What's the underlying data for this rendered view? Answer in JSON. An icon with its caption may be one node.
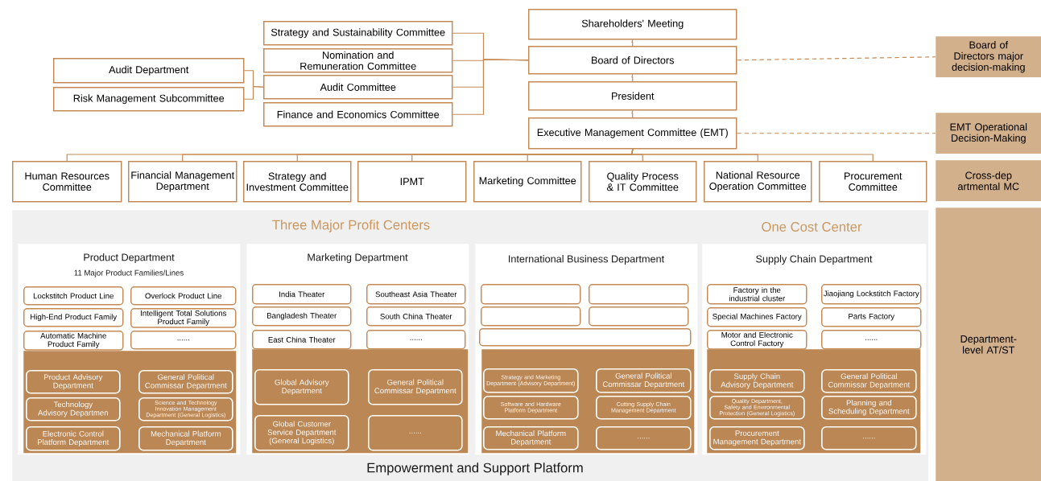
{
  "diagram": {
    "nodes": [
      {
        "text": [
          "Shareholders' Meeting"
        ]
      },
      {
        "text": [
          "Board of Directors"
        ]
      },
      {
        "text": [
          "President"
        ]
      },
      {
        "text": [
          "Executive Management Committee (EMT)"
        ]
      },
      {
        "text": [
          "Strategy and Sustainability Committee"
        ]
      },
      {
        "text": [
          "Nomination and Remuneration Committee"
        ]
      },
      {
        "text": [
          "Audit Committee"
        ]
      },
      {
        "text": [
          "Finance and Economics Committee"
        ]
      },
      {
        "text": [
          "Audit Department"
        ]
      },
      {
        "text": [
          "Risk Management Subcommittee"
        ]
      },
      {
        "text": [
          "Human Resources Committee"
        ]
      },
      {
        "text": [
          "Financial Management Department"
        ]
      },
      {
        "text": [
          "Strategy and Investment Committee"
        ]
      },
      {
        "text": [
          "IPMT"
        ]
      },
      {
        "text": [
          "Marketing Committee"
        ]
      },
      {
        "text": [
          "Quality Process & IT Committee"
        ]
      },
      {
        "text": [
          "National Resource Operation Committee"
        ]
      },
      {
        "text": [
          "Procurement Committee"
        ]
      },
      {
        "text": [
          "Board of Directors major decision-making"
        ]
      },
      {
        "text": [
          "EMT Operational Decision-Making"
        ]
      },
      {
        "text": [
          "Cross-dep artmental MC"
        ]
      },
      {
        "text": [
          "Department-level AT/ST"
        ]
      },
      {
        "text": [
          "Three Major Profit Centers",
          "One Cost Center",
          "Empowerment and Support Platform"
        ]
      },
      {
        "text": [
          "Product Department",
          "11 Major Product Families/Lines"
        ],
        "in": 22
      },
      {
        "text": [
          "Marketing Department"
        ],
        "in": 22
      },
      {
        "text": [
          "International Business Department"
        ],
        "in": 22
      },
      {
        "text": [
          "Supply Chain Department"
        ],
        "in": 22
      },
      {
        "text": [
          "Lockstitch Product Line"
        ],
        "in": 23
      },
      {
        "text": [
          "Overlock Product Line"
        ],
        "in": 23
      },
      {
        "text": [
          "High-End Product Family"
        ],
        "in": 23
      },
      {
        "text": [
          "Intelligent Total Solutions Product Family"
        ],
        "in": 23
      },
      {
        "text": [
          "Automatic Machine Product Family"
        ],
        "in": 23
      },
      {
        "text": [
          "......"
        ],
        "in": 23
      },
      {
        "text": [],
        "shape": "box",
        "in": 23
      },
      {
        "text": [
          "Product Advisory Department"
        ],
        "in": 33
      },
      {
        "text": [
          "General Political Commissar Department"
        ],
        "in": 33
      },
      {
        "text": [
          "Technology Advisory Departmen"
        ],
        "in": 33
      },
      {
        "text": [
          "Science and Technology Innovation Management Department (General Logistics)"
        ],
        "in": 33
      },
      {
        "text": [
          "Electronic Control Platform Department"
        ],
        "in": 33
      },
      {
        "text": [
          "Mechanical Platform Department"
        ],
        "in": 33
      },
      {
        "text": [
          "India Theater"
        ],
        "in": 24
      },
      {
        "text": [
          "Southeast Asia Theater"
        ],
        "in": 24
      },
      {
        "text": [
          "Bangladesh Theater"
        ],
        "in": 24
      },
      {
        "text": [
          "South China Theater"
        ],
        "in": 24
      },
      {
        "text": [
          "East China Theater"
        ],
        "in": 24
      },
      {
        "text": [
          "......"
        ],
        "in": 24
      },
      {
        "text": [],
        "shape": "box",
        "in": 24
      },
      {
        "text": [
          "Global Advisory Department"
        ],
        "in": 46
      },
      {
        "text": [
          "General Political Commissar Department"
        ],
        "in": 46
      },
      {
        "text": [
          "Global Customer Service Department (General Logistics)"
        ],
        "in": 46
      },
      {
        "text": [
          "......"
        ],
        "in": 46
      },
      {
        "text": [],
        "shape": "box",
        "in": 25
      },
      {
        "text": [],
        "shape": "box",
        "in": 25
      },
      {
        "text": [],
        "shape": "box",
        "in": 25
      },
      {
        "text": [],
        "shape": "box",
        "in": 25
      },
      {
        "text": [],
        "shape": "box",
        "in": 25
      },
      {
        "text": [],
        "shape": "box",
        "in": 25
      },
      {
        "text": [
          "Strategy and Marketing Department (Advisory Department)"
        ],
        "in": 56
      },
      {
        "text": [
          "General Political Commissar Department"
        ],
        "in": 56
      },
      {
        "text": [
          "Software and Hardware Platform Department"
        ],
        "in": 56
      },
      {
        "text": [
          "Cutting Supply Chain Management Department"
        ],
        "in": 56
      },
      {
        "text": [
          "Mechanical Platform Department"
        ],
        "in": 56
      },
      {
        "text": [
          "......"
        ],
        "in": 56
      },
      {
        "text": [
          "Factory in the industrial cluster"
        ],
        "in": 26
      },
      {
        "text": [
          "Jiaojiang Lockstitch Factory"
        ],
        "in": 26
      },
      {
        "text": [
          "Special Machines Factory"
        ],
        "in": 26
      },
      {
        "text": [
          "Parts Factory"
        ],
        "in": 26
      },
      {
        "text": [
          "Motor and Electronic Control Factory"
        ],
        "in": 26
      },
      {
        "text": [
          "......"
        ],
        "in": 26
      },
      {
        "text": [],
        "shape": "box",
        "in": 26
      },
      {
        "text": [
          "Supply Chain Advisory Department"
        ],
        "in": 69
      },
      {
        "text": [
          "General Political Commissar Department"
        ],
        "in": 69
      },
      {
        "text": [
          "Quality Department, Safety and Environmental Protection (General Logistics)"
        ],
        "in": 69
      },
      {
        "text": [
          "Planning and Scheduling Department"
        ],
        "in": 69
      },
      {
        "text": [
          "Procurement Management Department"
        ],
        "in": 69
      },
      {
        "text": [
          "......"
        ],
        "in": 69
      }
    ],
    "edges": [
      {
        "from": 0,
        "to": 1,
        "arrow": "none"
      },
      {
        "from": 1,
        "to": 2,
        "arrow": "none"
      },
      {
        "from": 2,
        "to": 3,
        "arrow": "none"
      },
      {
        "from": 1,
        "to": 4,
        "arrow": "none"
      },
      {
        "from": 1,
        "to": 5,
        "arrow": "none"
      },
      {
        "from": 1,
        "to": 6,
        "arrow": "none"
      },
      {
        "from": 1,
        "to": 7,
        "arrow": "none"
      },
      {
        "from": 6,
        "to": 8,
        "arrow": "none"
      },
      {
        "from": 6,
        "to": 9,
        "arrow": "none"
      },
      {
        "from": 3,
        "to": 10,
        "arrow": "none"
      },
      {
        "from": 3,
        "to": 11,
        "arrow": "none"
      },
      {
        "from": 3,
        "to": 12,
        "arrow": "none"
      },
      {
        "from": 3,
        "to": 13,
        "arrow": "none"
      },
      {
        "from": 3,
        "to": 14,
        "arrow": "none"
      },
      {
        "from": 3,
        "to": 15,
        "arrow": "none"
      },
      {
        "from": 3,
        "to": 16,
        "arrow": "none"
      },
      {
        "from": 3,
        "to": 17,
        "arrow": "none"
      },
      {
        "from": 1,
        "to": 18,
        "arrow": "none",
        "style": "dashed"
      },
      {
        "from": 3,
        "to": 19,
        "arrow": "none",
        "style": "dashed"
      }
    ]
  }
}
